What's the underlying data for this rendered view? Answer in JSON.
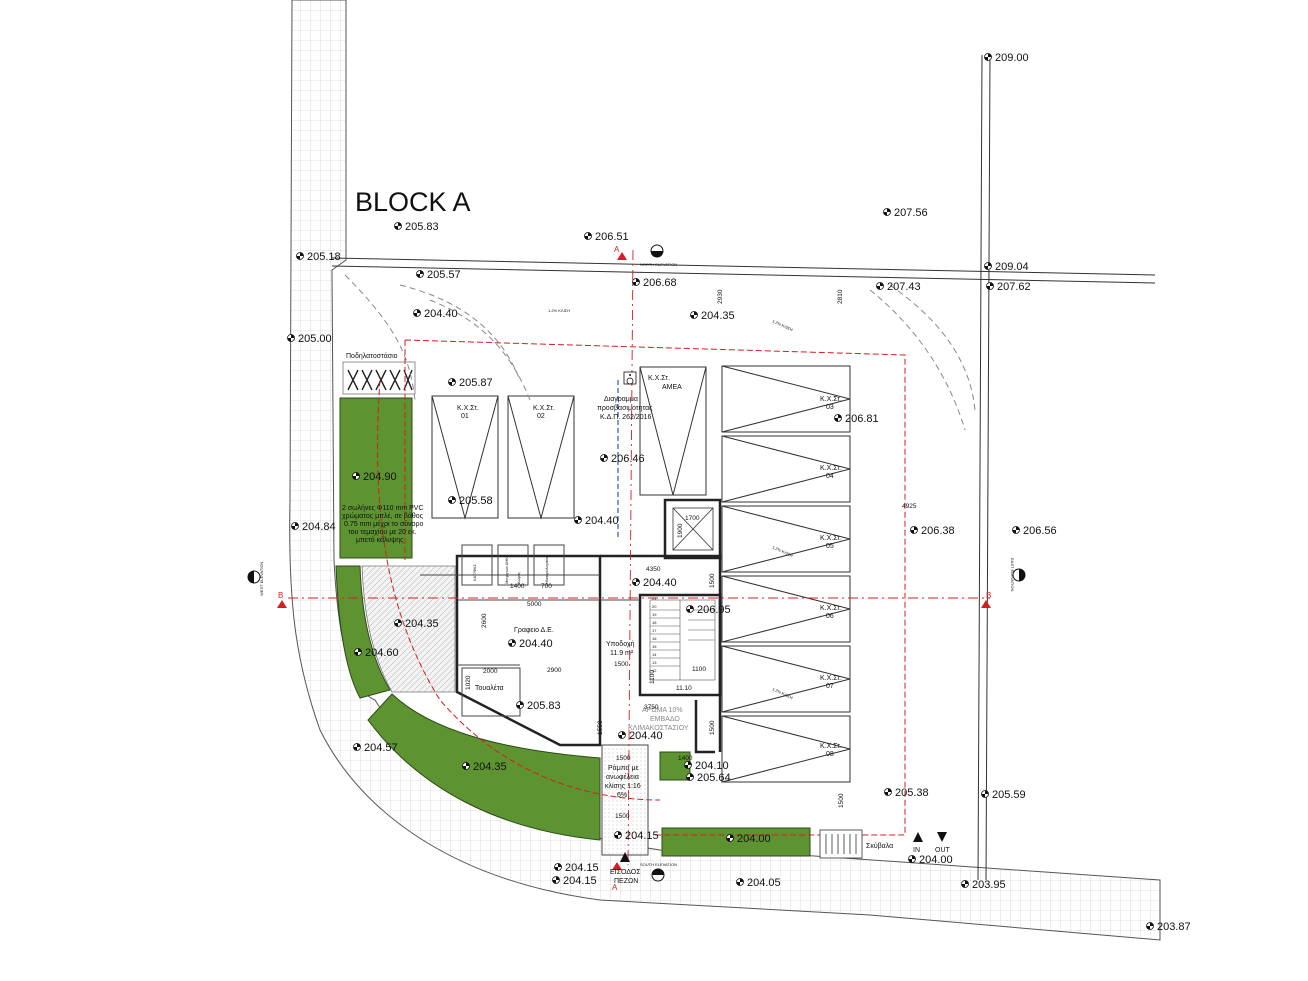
{
  "title": "BLOCK A",
  "elevations": {
    "north": "NORTH ELEVATION",
    "south": "SOUTH ELEVATION",
    "west": "WEST ELEVATION",
    "east": "EAST ELEVATION"
  },
  "section_marks": {
    "a": "A",
    "b": "B"
  },
  "levels": [
    "209.00",
    "207.56",
    "205.83",
    "206.51",
    "205.18",
    "209.04",
    "205.57",
    "206.68",
    "207.43",
    "207.62",
    "204.40",
    "204.35",
    "205.00",
    "205.87",
    "206.81",
    "206.46",
    "204.90",
    "205.58",
    "204.40",
    "206.38",
    "206.56",
    "204.84",
    "204.40",
    "206.95",
    "204.35",
    "204.40",
    "204.60",
    "205.83",
    "204.57",
    "204.40",
    "204.10",
    "204.35",
    "205.64",
    "205.38",
    "205.59",
    "204.15",
    "204.00",
    "204.00",
    "204.15",
    "204.15",
    "204.05",
    "203.95",
    "203.87"
  ],
  "labels": {
    "bicycle_parking": "Ποδηλατοστάσιο",
    "parking_space": "Κ.Χ.Στ.",
    "accessible_space": "ΑΜΕΑ",
    "accessibility_diagram": [
      "Διαγραμμα",
      "προσβασιμοτητας",
      "Κ.Δ.Π. 262/2016"
    ],
    "pipe_note": [
      "2 σωλήνες Φ110 mm PVC",
      "χρώματος μπλέ, σε βάθος",
      "0.75 mm μέχρι το σύνορο",
      "του τεμαχίου με 20 εκ.",
      "μπετό κάλυψης"
    ],
    "office": "Γραφειο Δ.Ε.",
    "reception": "Υποδοχή",
    "reception_area": "11.9 m²",
    "toilet": "Τουαλέτα",
    "ramp": [
      "Ράμπα με",
      "ανωφέλεια",
      "κλίσης 1:16",
      "6%"
    ],
    "pedestrian_entrance": [
      "ΕΙΣΟΔΟΣ",
      "ΠΕΖΩΝ"
    ],
    "garbage": "Σκύβαλα",
    "in": "IN",
    "out": "OUT",
    "stair_area": [
      "ΑΡΩΜΑ 10%",
      "ΕΜΒΑΔΟ",
      "ΚΛΙΜΑΚΟΣΤΑΣΙΟΥ"
    ],
    "meters": "Μετρητών ΑΗΚ",
    "electric_panel": "Ηλεκτρολογικός",
    "water": "Χώρος",
    "slope": "1.2% ΚΛΙΣΗ",
    "tank": "ΚΑΤ/ΦΑΣ"
  },
  "parking_numbers": [
    "01",
    "02",
    "03",
    "04",
    "05",
    "06",
    "07",
    "08"
  ],
  "dimensions": [
    "2930",
    "2810",
    "4925",
    "1700",
    "1900",
    "4350",
    "1500",
    "5000",
    "2600",
    "1500",
    "2900",
    "2000",
    "1020",
    "1100",
    "1100",
    "11.10",
    "1500",
    "1400",
    "1500",
    "1550",
    "3750",
    "1400",
    "700",
    "1500",
    "1500"
  ],
  "stair_numbers": [
    "21",
    "20",
    "19",
    "18",
    "17",
    "16",
    "15",
    "14",
    "13",
    "12"
  ],
  "colors": {
    "lawn": "#5d9431",
    "paving_grid": "#c4c4c4",
    "red_line": "#d21f1f",
    "blue_line": "#2a56c4",
    "line": "#222222"
  }
}
